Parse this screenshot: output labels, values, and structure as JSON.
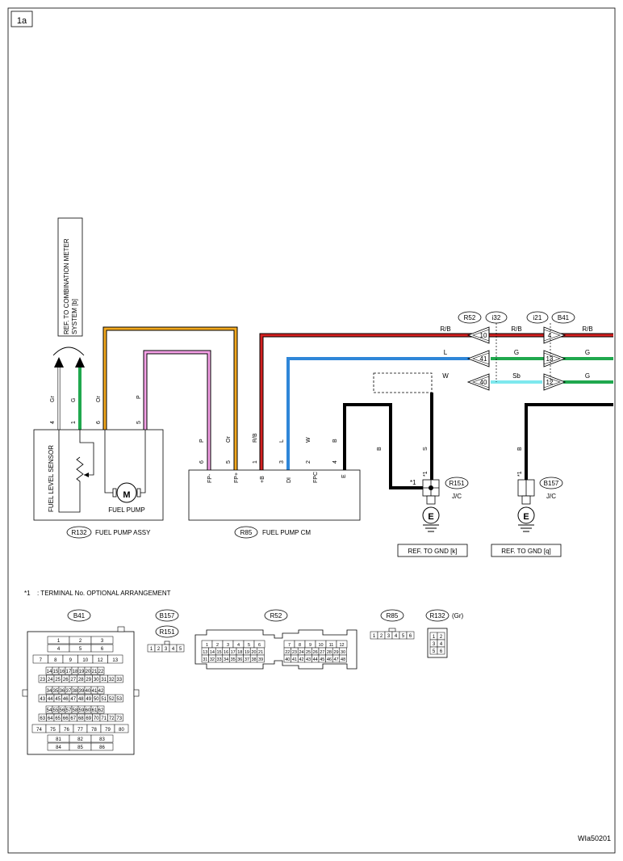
{
  "page": {
    "id": "1a",
    "footer_code": "WIa50201"
  },
  "wire_colors": {
    "R": "#d42020",
    "O": "#f2a81e",
    "P": "#f4a0e6",
    "L": "#2f86d8",
    "G": "#20a84e",
    "Gr": "#8a8a8a",
    "B": "#000000",
    "Sb": "#7ee8ee"
  },
  "ref_meter": {
    "text": "REF. TO COMBINATION METER SYSTEM [b]"
  },
  "fuel_pump_assy": {
    "connector": "R132",
    "name": "FUEL PUMP ASSY",
    "sensor_label": "FUEL LEVEL SENSOR",
    "pump_label": "FUEL PUMP",
    "motor_symbol": "M",
    "pins": [
      {
        "no": "4",
        "color": "Gr"
      },
      {
        "no": "1",
        "color": "G"
      },
      {
        "no": "6",
        "color": "Or"
      },
      {
        "no": "5",
        "color": "P"
      }
    ]
  },
  "fuel_pump_cm": {
    "connector": "R85",
    "name": "FUEL PUMP CM",
    "pins": [
      {
        "no": "6",
        "color": "P",
        "term": "FP-"
      },
      {
        "no": "5",
        "color": "Or",
        "term": "FP+"
      },
      {
        "no": "1",
        "color": "R/B",
        "term": "+B"
      },
      {
        "no": "3",
        "color": "L",
        "term": "DI"
      },
      {
        "no": "2",
        "color": "W",
        "term": "FPC"
      },
      {
        "no": "4",
        "color": "B",
        "term": "E"
      }
    ]
  },
  "connectors_top": {
    "labels": [
      "R52",
      "i32",
      "i21",
      "B41"
    ],
    "rows": [
      {
        "left_color": "R/B",
        "left_pin": "10",
        "mid_color": "R/B",
        "right_pin": "4",
        "right_color": "R/B"
      },
      {
        "left_color": "L",
        "left_pin": "41",
        "mid_color": "G",
        "right_pin": "13",
        "right_color": "G"
      },
      {
        "left_color": "W",
        "left_pin": "40",
        "mid_color": "Sb",
        "right_pin": "12",
        "right_color": "G"
      }
    ]
  },
  "junctions": [
    {
      "connector": "R151",
      "type": "J/C",
      "wire_b": "B",
      "wire_s": "S",
      "marker": "*1",
      "ref": "REF. TO GND [k]",
      "ground": "E"
    },
    {
      "connector": "B157",
      "type": "J/C",
      "wire_b": "B",
      "marker": "*1",
      "ref": "REF. TO GND [q]",
      "ground": "E"
    }
  ],
  "note": {
    "marker": "*1",
    "text": ": TERMINAL No. OPTIONAL ARRANGEMENT"
  },
  "connector_views": {
    "b41": {
      "label": "B41",
      "rows": [
        [
          "1",
          "2",
          "3"
        ],
        [
          "4",
          "5",
          "6"
        ],
        [
          "7",
          "8",
          "9",
          "10",
          "12",
          "13"
        ],
        [
          "14",
          "15",
          "16",
          "17",
          "18",
          "19",
          "20",
          "21",
          "22"
        ],
        [
          "23",
          "24",
          "25",
          "26",
          "27",
          "28",
          "29",
          "30",
          "31",
          "32",
          "33"
        ],
        [
          "34",
          "35",
          "36",
          "37",
          "38",
          "39",
          "40",
          "41",
          "42"
        ],
        [
          "43",
          "44",
          "45",
          "46",
          "47",
          "48",
          "49",
          "50",
          "51",
          "52",
          "53"
        ],
        [
          "54",
          "55",
          "56",
          "57",
          "58",
          "59",
          "60",
          "61",
          "62"
        ],
        [
          "63",
          "64",
          "65",
          "66",
          "67",
          "68",
          "69",
          "70",
          "71",
          "72",
          "73"
        ],
        [
          "74",
          "75",
          "76",
          "77",
          "78",
          "79",
          "80"
        ],
        [
          "81",
          "82",
          "83"
        ],
        [
          "84",
          "85",
          "86"
        ]
      ]
    },
    "b157": {
      "labels": [
        "B157",
        "R151"
      ],
      "pins": [
        "1",
        "2",
        "3",
        "4",
        "5"
      ]
    },
    "r52": {
      "label": "R52",
      "left_rows": [
        [
          "1",
          "2",
          "3",
          "4",
          "5",
          "6"
        ],
        [
          "13",
          "14",
          "15",
          "16",
          "17",
          "18",
          "19",
          "20",
          "21"
        ],
        [
          "31",
          "32",
          "33",
          "34",
          "35",
          "36",
          "37",
          "38",
          "39"
        ]
      ],
      "right_rows": [
        [
          "7",
          "8",
          "9",
          "10",
          "11",
          "12"
        ],
        [
          "22",
          "23",
          "24",
          "25",
          "26",
          "27",
          "28",
          "29",
          "30"
        ],
        [
          "40",
          "41",
          "42",
          "43",
          "44",
          "45",
          "46",
          "47",
          "48"
        ]
      ]
    },
    "r85": {
      "label": "R85",
      "pins": [
        "1",
        "2",
        "3",
        "4",
        "5",
        "6"
      ]
    },
    "r132": {
      "label": "R132",
      "suffix": "(Gr)",
      "rows": [
        [
          "1",
          "2"
        ],
        [
          "3",
          "4"
        ],
        [
          "5",
          "6"
        ]
      ]
    }
  }
}
